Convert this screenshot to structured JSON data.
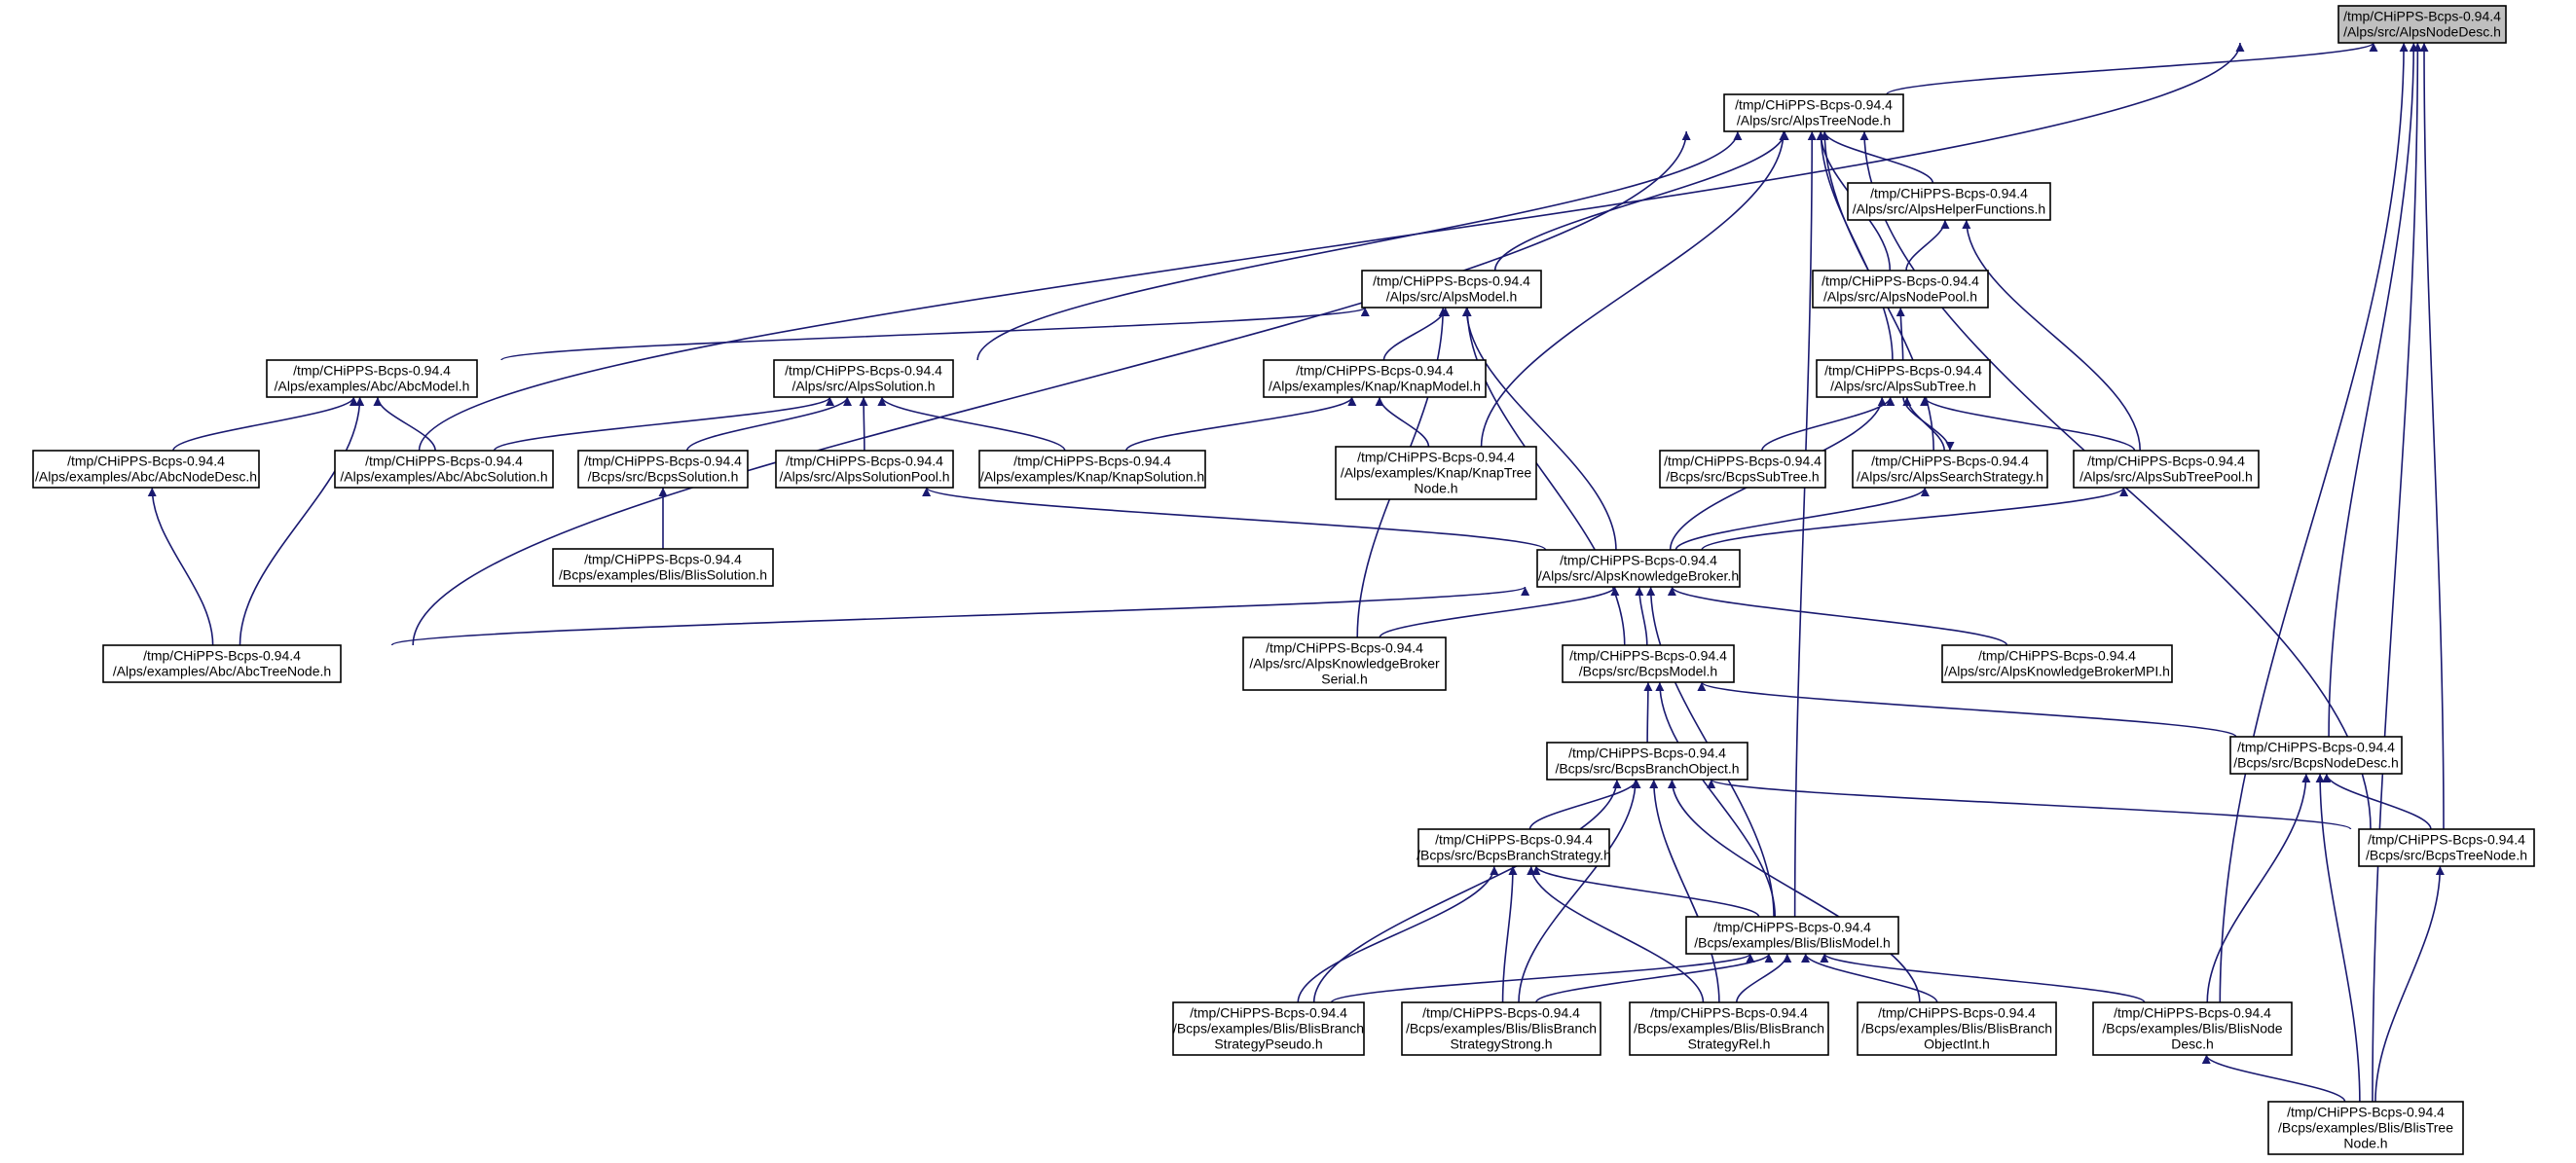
{
  "graph": {
    "nodes": [
      {
        "id": "root",
        "lines": [
          "/tmp/CHiPPS-Bcps-0.94.4",
          "/Alps/src/AlpsNodeDesc.h"
        ],
        "highlight": true
      },
      {
        "id": "AlpsTreeNode",
        "lines": [
          "/tmp/CHiPPS-Bcps-0.94.4",
          "/Alps/src/AlpsTreeNode.h"
        ]
      },
      {
        "id": "AlpsHelperFunctions",
        "lines": [
          "/tmp/CHiPPS-Bcps-0.94.4",
          "/Alps/src/AlpsHelperFunctions.h"
        ]
      },
      {
        "id": "AlpsModel",
        "lines": [
          "/tmp/CHiPPS-Bcps-0.94.4",
          "/Alps/src/AlpsModel.h"
        ]
      },
      {
        "id": "AlpsNodePool",
        "lines": [
          "/tmp/CHiPPS-Bcps-0.94.4",
          "/Alps/src/AlpsNodePool.h"
        ]
      },
      {
        "id": "AbcModel",
        "lines": [
          "/tmp/CHiPPS-Bcps-0.94.4",
          "/Alps/examples/Abc/AbcModel.h"
        ]
      },
      {
        "id": "AlpsSolution",
        "lines": [
          "/tmp/CHiPPS-Bcps-0.94.4",
          "/Alps/src/AlpsSolution.h"
        ]
      },
      {
        "id": "KnapModel",
        "lines": [
          "/tmp/CHiPPS-Bcps-0.94.4",
          "/Alps/examples/Knap/KnapModel.h"
        ]
      },
      {
        "id": "AlpsSubTree",
        "lines": [
          "/tmp/CHiPPS-Bcps-0.94.4",
          "/Alps/src/AlpsSubTree.h"
        ]
      },
      {
        "id": "AbcNodeDesc",
        "lines": [
          "/tmp/CHiPPS-Bcps-0.94.4",
          "/Alps/examples/Abc/AbcNodeDesc.h"
        ]
      },
      {
        "id": "AbcSolution",
        "lines": [
          "/tmp/CHiPPS-Bcps-0.94.4",
          "/Alps/examples/Abc/AbcSolution.h"
        ]
      },
      {
        "id": "BcpsSolution",
        "lines": [
          "/tmp/CHiPPS-Bcps-0.94.4",
          "/Bcps/src/BcpsSolution.h"
        ]
      },
      {
        "id": "AlpsSolutionPool",
        "lines": [
          "/tmp/CHiPPS-Bcps-0.94.4",
          "/Alps/src/AlpsSolutionPool.h"
        ]
      },
      {
        "id": "KnapSolution",
        "lines": [
          "/tmp/CHiPPS-Bcps-0.94.4",
          "/Alps/examples/Knap/KnapSolution.h"
        ]
      },
      {
        "id": "KnapTreeNode",
        "lines": [
          "/tmp/CHiPPS-Bcps-0.94.4",
          "/Alps/examples/Knap/KnapTree",
          "Node.h"
        ]
      },
      {
        "id": "BcpsSubTree",
        "lines": [
          "/tmp/CHiPPS-Bcps-0.94.4",
          "/Bcps/src/BcpsSubTree.h"
        ]
      },
      {
        "id": "AlpsSearchStrategy",
        "lines": [
          "/tmp/CHiPPS-Bcps-0.94.4",
          "/Alps/src/AlpsSearchStrategy.h"
        ]
      },
      {
        "id": "AlpsSubTreePool",
        "lines": [
          "/tmp/CHiPPS-Bcps-0.94.4",
          "/Alps/src/AlpsSubTreePool.h"
        ]
      },
      {
        "id": "BlisSolution",
        "lines": [
          "/tmp/CHiPPS-Bcps-0.94.4",
          "/Bcps/examples/Blis/BlisSolution.h"
        ]
      },
      {
        "id": "AlpsKnowledgeBroker",
        "lines": [
          "/tmp/CHiPPS-Bcps-0.94.4",
          "/Alps/src/AlpsKnowledgeBroker.h"
        ]
      },
      {
        "id": "AbcTreeNode",
        "lines": [
          "/tmp/CHiPPS-Bcps-0.94.4",
          "/Alps/examples/Abc/AbcTreeNode.h"
        ]
      },
      {
        "id": "AlpsKnowledgeBrokerSerial",
        "lines": [
          "/tmp/CHiPPS-Bcps-0.94.4",
          "/Alps/src/AlpsKnowledgeBroker",
          "Serial.h"
        ]
      },
      {
        "id": "BcpsModel",
        "lines": [
          "/tmp/CHiPPS-Bcps-0.94.4",
          "/Bcps/src/BcpsModel.h"
        ]
      },
      {
        "id": "AlpsKnowledgeBrokerMPI",
        "lines": [
          "/tmp/CHiPPS-Bcps-0.94.4",
          "/Alps/src/AlpsKnowledgeBrokerMPI.h"
        ]
      },
      {
        "id": "BcpsBranchObject",
        "lines": [
          "/tmp/CHiPPS-Bcps-0.94.4",
          "/Bcps/src/BcpsBranchObject.h"
        ]
      },
      {
        "id": "BcpsNodeDesc",
        "lines": [
          "/tmp/CHiPPS-Bcps-0.94.4",
          "/Bcps/src/BcpsNodeDesc.h"
        ]
      },
      {
        "id": "BcpsBranchStrategy",
        "lines": [
          "/tmp/CHiPPS-Bcps-0.94.4",
          "/Bcps/src/BcpsBranchStrategy.h"
        ]
      },
      {
        "id": "BcpsTreeNode",
        "lines": [
          "/tmp/CHiPPS-Bcps-0.94.4",
          "/Bcps/src/BcpsTreeNode.h"
        ]
      },
      {
        "id": "BlisModel",
        "lines": [
          "/tmp/CHiPPS-Bcps-0.94.4",
          "/Bcps/examples/Blis/BlisModel.h"
        ]
      },
      {
        "id": "BlisBranchStrategyPseudo",
        "lines": [
          "/tmp/CHiPPS-Bcps-0.94.4",
          "/Bcps/examples/Blis/BlisBranch",
          "StrategyPseudo.h"
        ]
      },
      {
        "id": "BlisBranchStrategyStrong",
        "lines": [
          "/tmp/CHiPPS-Bcps-0.94.4",
          "/Bcps/examples/Blis/BlisBranch",
          "StrategyStrong.h"
        ]
      },
      {
        "id": "BlisBranchStrategyRel",
        "lines": [
          "/tmp/CHiPPS-Bcps-0.94.4",
          "/Bcps/examples/Blis/BlisBranch",
          "StrategyRel.h"
        ]
      },
      {
        "id": "BlisObjectInt",
        "lines": [
          "/tmp/CHiPPS-Bcps-0.94.4",
          "/Bcps/examples/Blis/BlisBranch",
          "ObjectInt.h"
        ]
      },
      {
        "id": "BlisNodeDesc",
        "lines": [
          "/tmp/CHiPPS-Bcps-0.94.4",
          "/Bcps/examples/Blis/BlisNode",
          "Desc.h"
        ]
      },
      {
        "id": "BlisTreeNode",
        "lines": [
          "/tmp/CHiPPS-Bcps-0.94.4",
          "/Bcps/examples/Blis/BlisTree",
          "Node.h"
        ]
      }
    ],
    "edges": [
      {
        "from": "AlpsTreeNode",
        "to": "root"
      },
      {
        "from": "AbcNodeDesc",
        "to": "root"
      },
      {
        "from": "BcpsNodeDesc",
        "to": "root"
      },
      {
        "from": "BcpsTreeNode",
        "to": "root"
      },
      {
        "from": "BlisNodeDesc",
        "to": "root"
      },
      {
        "from": "BlisTreeNode",
        "to": "root"
      },
      {
        "from": "AlpsHelperFunctions",
        "to": "AlpsTreeNode"
      },
      {
        "from": "AlpsModel",
        "to": "AlpsTreeNode"
      },
      {
        "from": "AlpsNodePool",
        "to": "AlpsTreeNode"
      },
      {
        "from": "AlpsSolution",
        "to": "AlpsTreeNode"
      },
      {
        "from": "AlpsSubTree",
        "to": "AlpsTreeNode"
      },
      {
        "from": "KnapTreeNode",
        "to": "AlpsTreeNode"
      },
      {
        "from": "AlpsSearchStrategy",
        "to": "AlpsTreeNode"
      },
      {
        "from": "AbcTreeNode",
        "to": "AlpsTreeNode"
      },
      {
        "from": "BcpsTreeNode",
        "to": "AlpsTreeNode"
      },
      {
        "from": "BlisModel",
        "to": "AlpsTreeNode"
      },
      {
        "from": "AlpsNodePool",
        "to": "AlpsHelperFunctions"
      },
      {
        "from": "AlpsSubTreePool",
        "to": "AlpsHelperFunctions"
      },
      {
        "from": "AlpsSubTree",
        "to": "AlpsNodePool"
      },
      {
        "from": "KnapModel",
        "to": "AlpsModel"
      },
      {
        "from": "AbcModel",
        "to": "AlpsModel"
      },
      {
        "from": "AlpsKnowledgeBrokerSerial",
        "to": "AlpsModel"
      },
      {
        "from": "AlpsKnowledgeBroker",
        "to": "AlpsModel"
      },
      {
        "from": "BcpsModel",
        "to": "AlpsModel"
      },
      {
        "from": "AbcNodeDesc",
        "to": "AbcModel"
      },
      {
        "from": "AbcSolution",
        "to": "AbcModel"
      },
      {
        "from": "AbcTreeNode",
        "to": "AbcModel"
      },
      {
        "from": "AbcSolution",
        "to": "AlpsSolution"
      },
      {
        "from": "BcpsSolution",
        "to": "AlpsSolution"
      },
      {
        "from": "AlpsSolutionPool",
        "to": "AlpsSolution"
      },
      {
        "from": "KnapSolution",
        "to": "AlpsSolution"
      },
      {
        "from": "KnapSolution",
        "to": "KnapModel"
      },
      {
        "from": "KnapTreeNode",
        "to": "KnapModel"
      },
      {
        "from": "BcpsSubTree",
        "to": "AlpsSubTree"
      },
      {
        "from": "AlpsSearchStrategy",
        "to": "AlpsSubTree"
      },
      {
        "from": "AlpsSubTree",
        "to": "AlpsSearchStrategy"
      },
      {
        "from": "AlpsSubTreePool",
        "to": "AlpsSubTree"
      },
      {
        "from": "AlpsKnowledgeBroker",
        "to": "AlpsSubTree"
      },
      {
        "from": "AbcTreeNode",
        "to": "AbcNodeDesc"
      },
      {
        "from": "BlisSolution",
        "to": "BcpsSolution"
      },
      {
        "from": "AlpsKnowledgeBroker",
        "to": "AlpsSolutionPool"
      },
      {
        "from": "AlpsKnowledgeBroker",
        "to": "AlpsSearchStrategy"
      },
      {
        "from": "AlpsKnowledgeBroker",
        "to": "AlpsSubTreePool"
      },
      {
        "from": "AbcTreeNode",
        "to": "AlpsKnowledgeBroker"
      },
      {
        "from": "AlpsKnowledgeBrokerSerial",
        "to": "AlpsKnowledgeBroker"
      },
      {
        "from": "BcpsModel",
        "to": "AlpsKnowledgeBroker"
      },
      {
        "from": "AlpsKnowledgeBrokerMPI",
        "to": "AlpsKnowledgeBroker"
      },
      {
        "from": "BlisModel",
        "to": "AlpsKnowledgeBroker"
      },
      {
        "from": "BcpsBranchObject",
        "to": "BcpsModel"
      },
      {
        "from": "BcpsNodeDesc",
        "to": "BcpsModel"
      },
      {
        "from": "BlisModel",
        "to": "BcpsModel"
      },
      {
        "from": "BcpsBranchStrategy",
        "to": "BcpsBranchObject"
      },
      {
        "from": "BcpsTreeNode",
        "to": "BcpsBranchObject"
      },
      {
        "from": "BlisBranchStrategyPseudo",
        "to": "BcpsBranchObject"
      },
      {
        "from": "BlisBranchStrategyStrong",
        "to": "BcpsBranchObject"
      },
      {
        "from": "BlisBranchStrategyRel",
        "to": "BcpsBranchObject"
      },
      {
        "from": "BlisObjectInt",
        "to": "BcpsBranchObject"
      },
      {
        "from": "BcpsTreeNode",
        "to": "BcpsNodeDesc"
      },
      {
        "from": "BlisNodeDesc",
        "to": "BcpsNodeDesc"
      },
      {
        "from": "BlisTreeNode",
        "to": "BcpsNodeDesc"
      },
      {
        "from": "BlisModel",
        "to": "BcpsBranchStrategy"
      },
      {
        "from": "BlisBranchStrategyPseudo",
        "to": "BcpsBranchStrategy"
      },
      {
        "from": "BlisBranchStrategyStrong",
        "to": "BcpsBranchStrategy"
      },
      {
        "from": "BlisBranchStrategyRel",
        "to": "BcpsBranchStrategy"
      },
      {
        "from": "BlisTreeNode",
        "to": "BcpsTreeNode"
      },
      {
        "from": "BlisBranchStrategyPseudo",
        "to": "BlisModel"
      },
      {
        "from": "BlisBranchStrategyStrong",
        "to": "BlisModel"
      },
      {
        "from": "BlisBranchStrategyRel",
        "to": "BlisModel"
      },
      {
        "from": "BlisObjectInt",
        "to": "BlisModel"
      },
      {
        "from": "BlisNodeDesc",
        "to": "BlisModel"
      },
      {
        "from": "BlisTreeNode",
        "to": "BlisNodeDesc"
      }
    ],
    "colors": {
      "edge": "#191970",
      "node_fill": "#ffffff",
      "node_border": "#000000",
      "root_fill": "#bfbfbf"
    }
  }
}
